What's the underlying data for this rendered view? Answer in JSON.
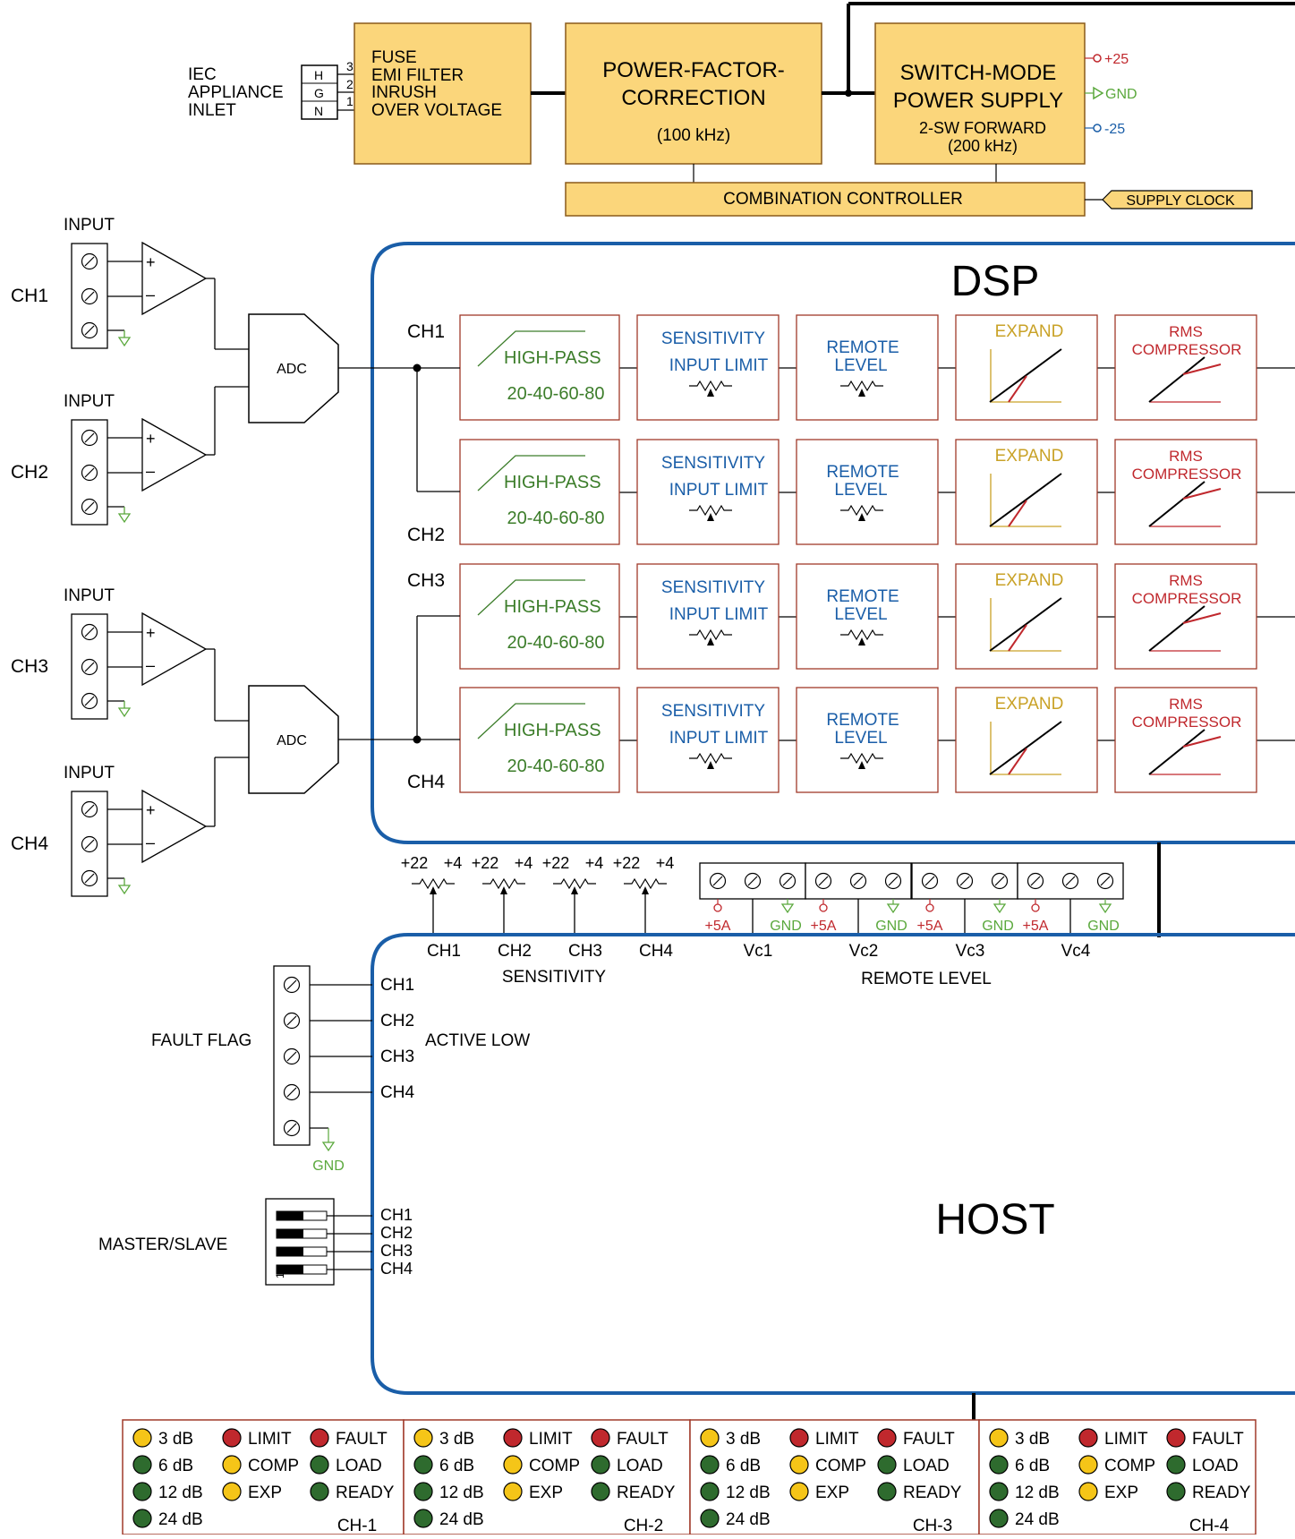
{
  "colors": {
    "block_fill": "#fbd67b",
    "block_stroke": "#8a5a1a",
    "dsp_border": "#1a5ea8",
    "dsp_block_stroke": "#a03a2a",
    "green_text": "#3c7d2a",
    "blue_text": "#1a5ea8",
    "gold_text": "#c9a227",
    "red_text": "#c0282d",
    "gnd_green": "#5aa83c",
    "led_yellow": "#f5c518",
    "led_red": "#c0282d",
    "led_green": "#2e6b2e"
  },
  "power": {
    "iec_label": [
      "IEC",
      "APPLIANCE",
      "INLET"
    ],
    "pins": [
      "H",
      "G",
      "N"
    ],
    "pin_numbers": [
      "3",
      "2",
      "1"
    ],
    "fuse_lines": [
      "FUSE",
      "EMI FILTER",
      "INRUSH",
      "OVER VOLTAGE"
    ],
    "pfc_title": [
      "POWER-FACTOR-",
      "CORRECTION"
    ],
    "pfc_freq": "(100 kHz)",
    "smps_title": [
      "SWITCH-MODE",
      "POWER SUPPLY"
    ],
    "smps_sub": [
      "2-SW FORWARD",
      "(200 kHz)"
    ],
    "rails": [
      "+25",
      "GND",
      "-25"
    ],
    "controller": "COMBINATION CONTROLLER",
    "supply_clock": "SUPPLY CLOCK"
  },
  "inputs": {
    "input_label": "INPUT",
    "channels": [
      "CH1",
      "CH2",
      "CH3",
      "CH4"
    ],
    "adc_label": "ADC",
    "plus": "+",
    "minus": "–"
  },
  "dsp": {
    "title": "DSP",
    "channel_tags": [
      "CH1",
      "CH2",
      "CH3",
      "CH4"
    ],
    "highpass": "HIGH-PASS",
    "hp_freqs": "20-40-60-80",
    "sensitivity": "SENSITIVITY",
    "input_limit": "INPUT LIMIT",
    "remote": "REMOTE",
    "level": "LEVEL",
    "expand": "EXPAND",
    "rms": "RMS",
    "compressor": "COMPRESSOR"
  },
  "sensitivity": {
    "pot_labels": [
      "+22",
      "+4"
    ],
    "channels": [
      "CH1",
      "CH2",
      "CH3",
      "CH4"
    ],
    "caption": "SENSITIVITY"
  },
  "remote_level": {
    "plus5a": "+5A",
    "gnd": "GND",
    "channels": [
      "Vc1",
      "Vc2",
      "Vc3",
      "Vc4"
    ],
    "caption": "REMOTE LEVEL"
  },
  "host": {
    "title": "HOST",
    "fault_flag": "FAULT FLAG",
    "fault_channels": [
      "CH1",
      "CH2",
      "CH3",
      "CH4"
    ],
    "active_low": "ACTIVE LOW",
    "gnd": "GND",
    "master_slave": "MASTER/SLAVE",
    "ms_channels": [
      "CH1",
      "CH2",
      "CH3",
      "CH4"
    ],
    "dip_index": "1"
  },
  "leds": {
    "panels": [
      {
        "label": "CH-1"
      },
      {
        "label": "CH-2"
      },
      {
        "label": "CH-3"
      },
      {
        "label": "CH-4"
      }
    ],
    "items": [
      {
        "text": "3 dB",
        "color": "yellow",
        "col": 0,
        "row": 0
      },
      {
        "text": "LIMIT",
        "color": "red",
        "col": 1,
        "row": 0
      },
      {
        "text": "FAULT",
        "color": "red",
        "col": 2,
        "row": 0
      },
      {
        "text": "6 dB",
        "color": "green",
        "col": 0,
        "row": 1
      },
      {
        "text": "COMP",
        "color": "yellow",
        "col": 1,
        "row": 1
      },
      {
        "text": "LOAD",
        "color": "green",
        "col": 2,
        "row": 1
      },
      {
        "text": "12 dB",
        "color": "green",
        "col": 0,
        "row": 2
      },
      {
        "text": "EXP",
        "color": "yellow",
        "col": 1,
        "row": 2
      },
      {
        "text": "READY",
        "color": "green",
        "col": 2,
        "row": 2
      },
      {
        "text": "24 dB",
        "color": "green",
        "col": 0,
        "row": 3
      }
    ]
  }
}
